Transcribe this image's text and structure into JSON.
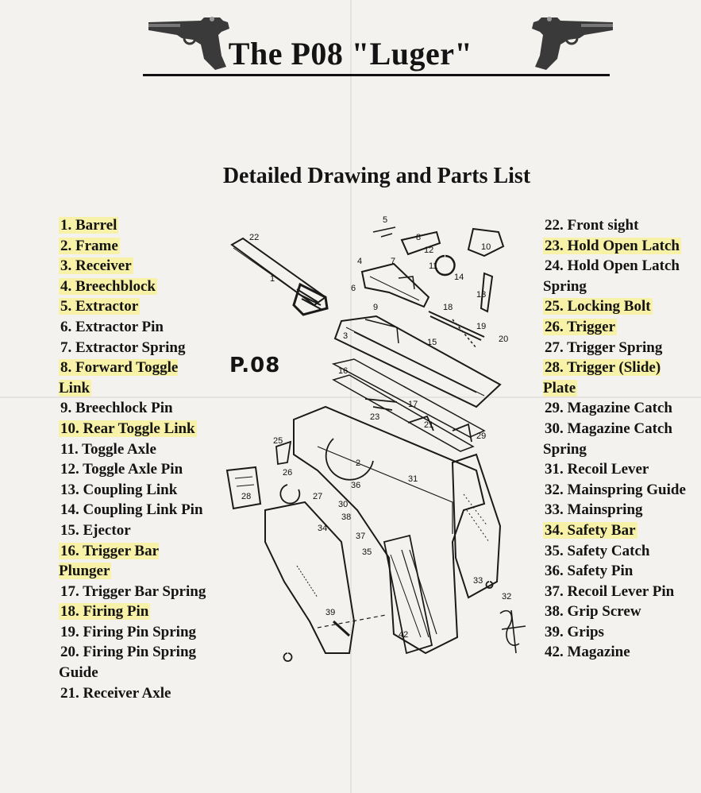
{
  "header": {
    "title": "The P08 \"Luger\"",
    "subtitle": "Detailed Drawing and Parts List"
  },
  "diagram": {
    "label": "P.08"
  },
  "parts_left": [
    {
      "text": "1. Barrel",
      "highlight": true
    },
    {
      "text": "2. Frame",
      "highlight": true
    },
    {
      "text": "3. Receiver",
      "highlight": true
    },
    {
      "text": "4. Breechblock",
      "highlight": true
    },
    {
      "text": "5. Extractor",
      "highlight": true
    },
    {
      "text": "6. Extractor Pin",
      "highlight": false
    },
    {
      "text": "7. Extractor Spring",
      "highlight": false
    },
    {
      "text": "8. Forward Toggle Link",
      "highlight": true
    },
    {
      "text": "9. Breechlock Pin",
      "highlight": false
    },
    {
      "text": "10. Rear Toggle Link",
      "highlight": true
    },
    {
      "text": "11. Toggle Axle",
      "highlight": false
    },
    {
      "text": "12. Toggle Axle Pin",
      "highlight": false
    },
    {
      "text": "13. Coupling Link",
      "highlight": false
    },
    {
      "text": "14. Coupling Link Pin",
      "highlight": false
    },
    {
      "text": "15. Ejector",
      "highlight": false
    },
    {
      "text": "16. Trigger Bar Plunger",
      "highlight": true
    },
    {
      "text": "17. Trigger Bar Spring",
      "highlight": false
    },
    {
      "text": "18. Firing Pin",
      "highlight": true
    },
    {
      "text": "19. Firing Pin Spring",
      "highlight": false
    },
    {
      "text": "20. Firing Pin Spring Guide",
      "highlight": false
    },
    {
      "text": "21. Receiver Axle",
      "highlight": false
    }
  ],
  "parts_right": [
    {
      "text": "22. Front sight",
      "highlight": false
    },
    {
      "text": "23. Hold Open Latch",
      "highlight": true
    },
    {
      "text": "24. Hold Open Latch Spring",
      "highlight": false
    },
    {
      "text": "25. Locking Bolt",
      "highlight": true
    },
    {
      "text": "26. Trigger",
      "highlight": true
    },
    {
      "text": "27. Trigger Spring",
      "highlight": false
    },
    {
      "text": "28. Trigger (Slide) Plate",
      "highlight": true
    },
    {
      "text": "29. Magazine Catch",
      "highlight": false
    },
    {
      "text": "30. Magazine Catch Spring",
      "highlight": false
    },
    {
      "text": "31. Recoil Lever",
      "highlight": false
    },
    {
      "text": "32. Mainspring Guide",
      "highlight": false
    },
    {
      "text": "33. Mainspring",
      "highlight": false
    },
    {
      "text": "34. Safety Bar",
      "highlight": true
    },
    {
      "text": "35. Safety Catch",
      "highlight": false
    },
    {
      "text": "36. Safety Pin",
      "highlight": false
    },
    {
      "text": "37. Recoil Lever Pin",
      "highlight": false
    },
    {
      "text": "38. Grip Screw",
      "highlight": false
    },
    {
      "text": "39. Grips",
      "highlight": false
    },
    {
      "text": "42. Magazine",
      "highlight": false
    }
  ],
  "callouts": [
    "1",
    "2",
    "3",
    "4",
    "5",
    "6",
    "7",
    "8",
    "9",
    "10",
    "11",
    "12",
    "13",
    "14",
    "15",
    "16",
    "17",
    "18",
    "19",
    "20",
    "21",
    "22",
    "23",
    "25",
    "26",
    "27",
    "28",
    "29",
    "30",
    "31",
    "32",
    "33",
    "34",
    "35",
    "36",
    "37",
    "38",
    "39",
    "42"
  ]
}
